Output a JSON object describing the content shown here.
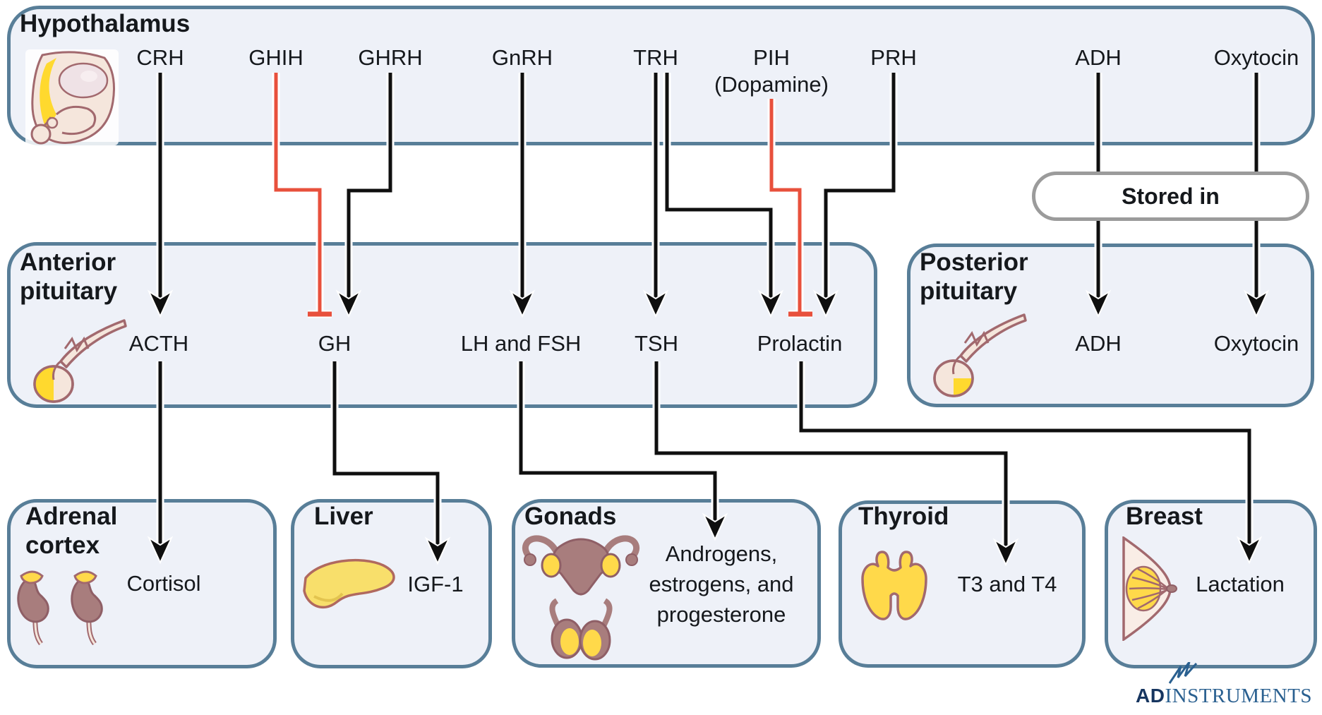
{
  "diagram": {
    "hypothalamus": {
      "title": "Hypothalamus",
      "hormones": [
        {
          "label": "CRH"
        },
        {
          "label": "GHIH"
        },
        {
          "label": "GHRH"
        },
        {
          "label": "GnRH"
        },
        {
          "label": "TRH"
        },
        {
          "label": "PIH",
          "sub": "(Dopamine)"
        },
        {
          "label": "PRH"
        },
        {
          "label": "ADH"
        },
        {
          "label": "Oxytocin"
        }
      ]
    },
    "stored_in": {
      "label": "Stored in"
    },
    "anterior_pituitary": {
      "title": "Anterior pituitary",
      "hormones": [
        {
          "label": "ACTH"
        },
        {
          "label": "GH"
        },
        {
          "label": "LH and FSH"
        },
        {
          "label": "TSH"
        },
        {
          "label": "Prolactin"
        }
      ]
    },
    "posterior_pituitary": {
      "title": "Posterior pituitary",
      "hormones": [
        {
          "label": "ADH"
        },
        {
          "label": "Oxytocin"
        }
      ]
    },
    "targets": [
      {
        "title": "Adrenal cortex",
        "product": "Cortisol"
      },
      {
        "title": "Liver",
        "product": "IGF-1"
      },
      {
        "title": "Gonads",
        "product": "Androgens, estrogens, and progesterone"
      },
      {
        "title": "Thyroid",
        "product": "T3 and T4"
      },
      {
        "title": "Breast",
        "product": "Lactation"
      }
    ],
    "logo": {
      "ad": "AD",
      "instruments": "INSTRUMENTS"
    },
    "colors": {
      "box_fill": "#EEF1F8",
      "box_border": "#587E98",
      "stimulation_line": "#0f0f0f",
      "inhibition_line": "#E8503C",
      "pill_border": "#9B9B9B",
      "organ_yellow": "#FFD94A",
      "organ_mauve": "#A87D7D",
      "organ_outline": "#9C686D",
      "logo_navy": "#16355F",
      "logo_blue": "#2A6090"
    }
  }
}
